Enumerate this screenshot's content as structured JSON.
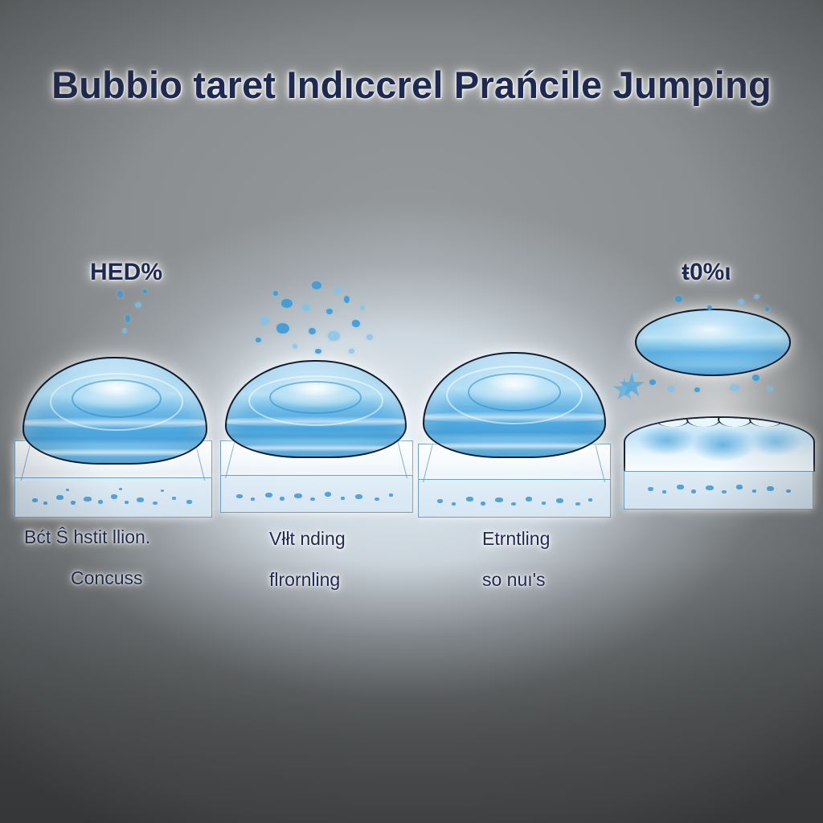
{
  "figure": {
    "title": "Bubbio taret Indıccrel Prańcile Jumping",
    "background_colors": {
      "corner_gray": "#8a8d8f",
      "bottom_gray": "#454647",
      "center_glow": "#e9f3fa"
    },
    "ink_color": "#1f2a52",
    "bubble_colors": {
      "outline": "#111a2b",
      "highlight": "#cdeaf9",
      "mid": "#6fbce9",
      "deep": "#4aa6de",
      "particle": "#3f96d3"
    },
    "slab_outline_color": "#6f9ec4"
  },
  "labels": {
    "left_percent": "HED%",
    "right_percent": "ŧ0%ι"
  },
  "panels": [
    {
      "id": "panel-1",
      "state": "attached-dome",
      "caption_line1": "Bćt Ŝ hstit llion.",
      "caption_line2": "Concuss"
    },
    {
      "id": "panel-2",
      "state": "dome-with-spray",
      "caption_line1": "Vłłt nding",
      "caption_line2": "flrornling"
    },
    {
      "id": "panel-3",
      "state": "dome-detaching",
      "caption_line1": "Etrntling",
      "caption_line2": "so nuı's"
    },
    {
      "id": "panel-4",
      "state": "detached-flat-bubble",
      "caption_line1": "",
      "caption_line2": ""
    }
  ]
}
